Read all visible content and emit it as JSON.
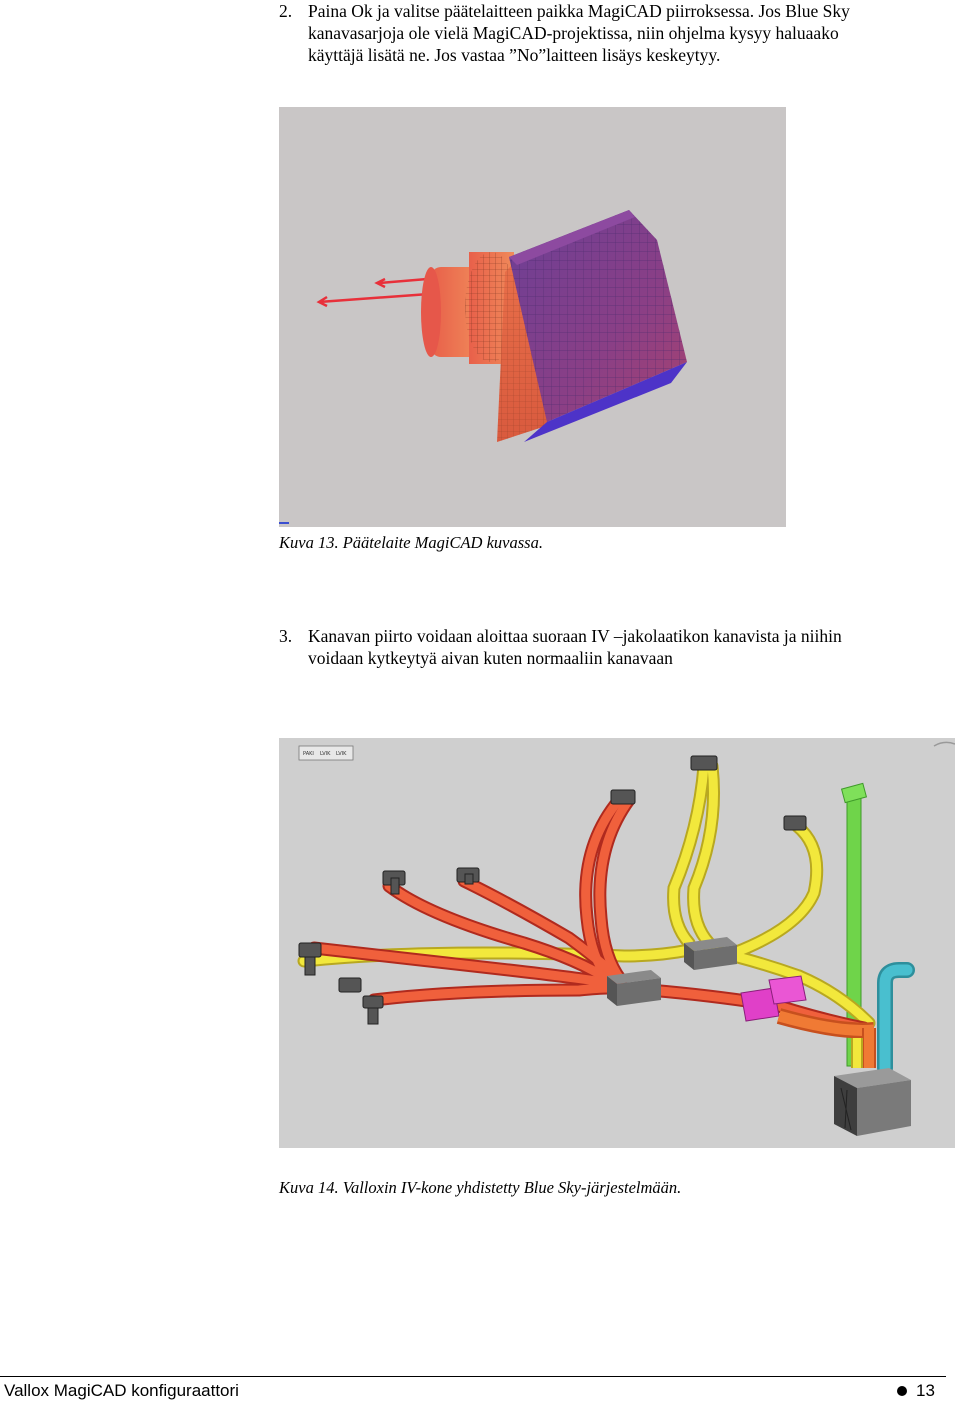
{
  "step2": {
    "number": "2.",
    "lines": [
      "Paina Ok ja valitse päätelaitteen paikka MagiCAD piirroksessa. Jos Blue Sky",
      "kanavasarjoja ole vielä MagiCAD-projektissa, niin ohjelma kysyy haluaako",
      "käyttäjä lisätä ne. Jos vastaa ”No”laitteen lisäys keskeytyy."
    ]
  },
  "figure13": {
    "caption": "Kuva 13. Päätelaite MagiCAD kuvassa.",
    "colors": {
      "background": "#c9c6c6",
      "body": "#7a3f8f",
      "collar": "#e8604a",
      "arrows": "#e8303a"
    }
  },
  "step3": {
    "number": "3.",
    "lines": [
      "Kanavan piirto voidaan aloittaa suoraan IV –jakolaatikon kanavista ja niihin",
      "voidaan kytkeytyä aivan kuten normaaliin kanavaan"
    ]
  },
  "figure14": {
    "caption": "Kuva 14. Valloxin IV-kone yhdistetty Blue Sky-järjestelmään.",
    "toolbar_labels": [
      "PAKI",
      "LVIK",
      "LVIK"
    ],
    "colors": {
      "background": "#cfcfcf",
      "supply": "#f0e63a",
      "extract": "#e8503a",
      "exhaust": "#6fd44a",
      "outdoor": "#3fb3c3",
      "box": "#707070",
      "connector": "#e040c8"
    }
  },
  "footer": {
    "title": "Vallox MagiCAD konfiguraattori",
    "page_number": "13"
  }
}
